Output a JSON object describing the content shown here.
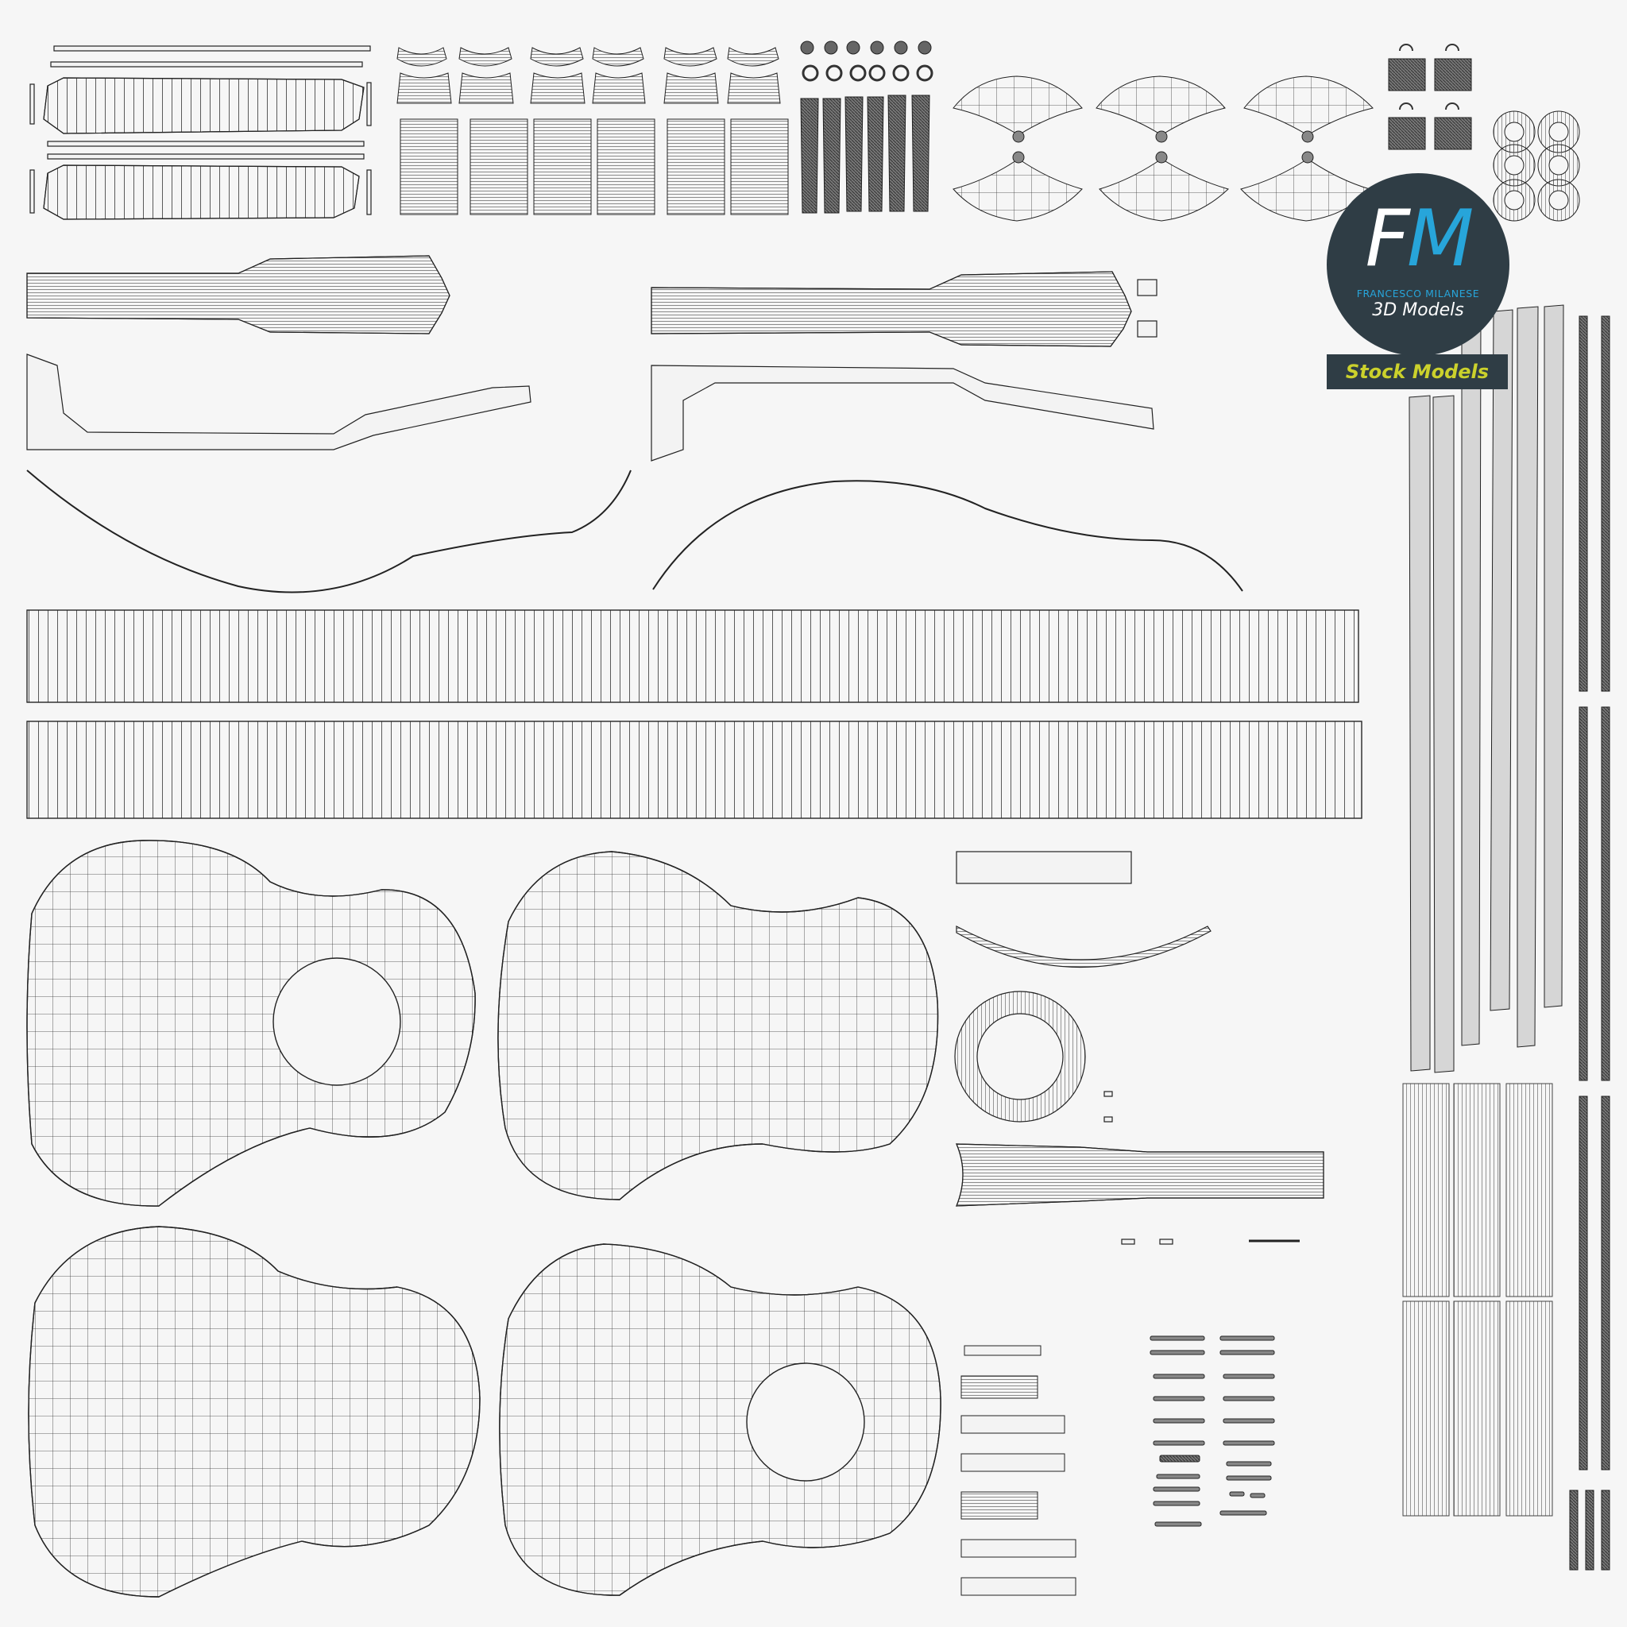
{
  "logo": {
    "monogram_f": "F",
    "monogram_m": "M",
    "brand": "FRANCESCO MILANESE",
    "subtitle": "3D Models"
  },
  "badge": {
    "label": "Stock Models"
  },
  "colors": {
    "background": "#f6f6f6",
    "wire": "#222222",
    "panel": "#f3f3f3",
    "logo_bg": "#2f3d45",
    "logo_accent": "#27a5da",
    "badge_text": "#cbd12c"
  },
  "uv_islands": {
    "guitar_body_outlines": 4,
    "soundhole_rims": 2,
    "side_strips": 2,
    "neck_pieces": 2,
    "tuner_knob_sets": 3,
    "string_strips_right": 6,
    "wound_string_rows": 6
  }
}
